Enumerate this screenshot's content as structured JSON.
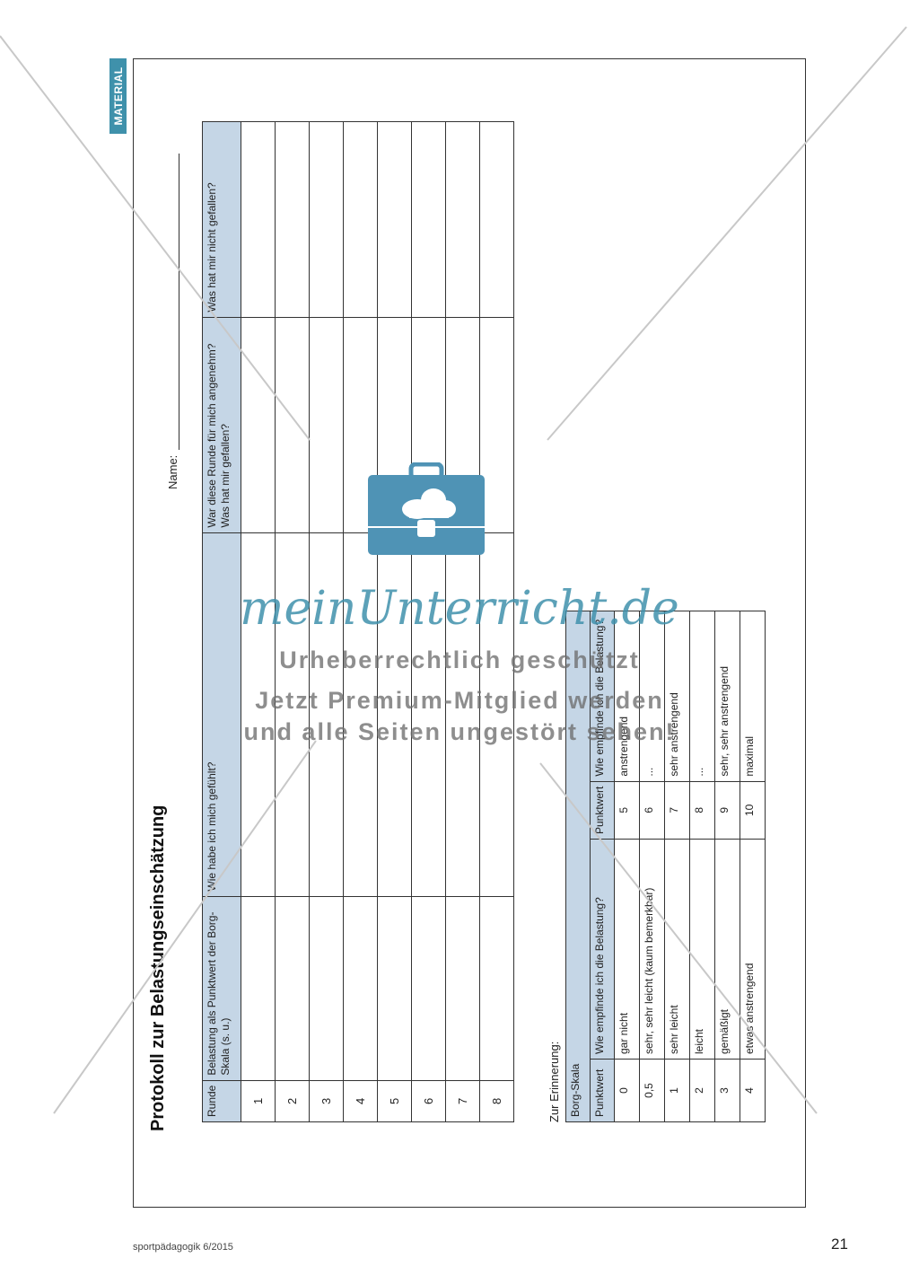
{
  "tag": "MATERIAL",
  "title": "Protokoll zur Belastungseinschätzung",
  "name_label": "Name:",
  "main_table": {
    "headers": [
      "Runde",
      "Belastung als Punktwert der Borg-Skala (s. u.)",
      "Wie habe ich mich gefühlt?",
      "War diese Runde für mich angenehm? Was hat mir gefallen?",
      "Was hat mir nicht gefallen?"
    ],
    "rows": [
      "1",
      "2",
      "3",
      "4",
      "5",
      "6",
      "7",
      "8"
    ]
  },
  "reminder_label": "Zur Erinnerung:",
  "borg": {
    "title": "Borg-Skala",
    "col_value": "Punktwert",
    "col_feeling": "Wie empfinde ich die Belastung?",
    "rows": [
      {
        "left_value": "0",
        "left_text": "gar nicht",
        "right_value": "5",
        "right_text": "anstrengend"
      },
      {
        "left_value": "0,5",
        "left_text": "sehr, sehr leicht (kaum bemerkbar)",
        "right_value": "6",
        "right_text": "..."
      },
      {
        "left_value": "1",
        "left_text": "sehr leicht",
        "right_value": "7",
        "right_text": "sehr anstrengend"
      },
      {
        "left_value": "2",
        "left_text": "leicht",
        "right_value": "8",
        "right_text": "..."
      },
      {
        "left_value": "3",
        "left_text": "gemäßigt",
        "right_value": "9",
        "right_text": "sehr, sehr anstrengend"
      },
      {
        "left_value": "4",
        "left_text": "etwas anstrengend",
        "right_value": "10",
        "right_text": "maximal"
      }
    ]
  },
  "footer": {
    "left": "sportpädagogik 6/2015",
    "page": "21"
  },
  "watermark": {
    "logo": "meinUnterricht.de",
    "line1": "Urheberrechtlich geschützt",
    "line2": "Jetzt Premium-Mitglied werden",
    "line3": "und alle Seiten ungestört sehen!"
  },
  "colors": {
    "accent": "#3f91ab",
    "header_fill": "#c5d6e6"
  }
}
